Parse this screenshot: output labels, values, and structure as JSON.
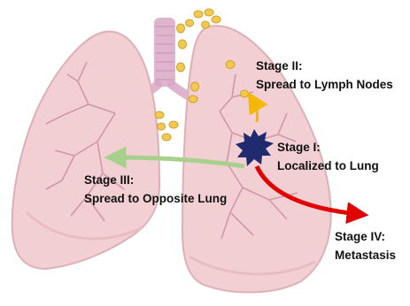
{
  "stages": {
    "stage1": {
      "title": "Stage I:",
      "desc": "Localized to Lung"
    },
    "stage2": {
      "title": "Stage II:",
      "desc": "Spread to Lymph Nodes"
    },
    "stage3": {
      "title": "Stage III:",
      "desc": "Spread to Opposite Lung"
    },
    "stage4": {
      "title": "Stage IV:",
      "desc": "Metastasis"
    }
  },
  "colors": {
    "lung_fill": "#f2cfd2",
    "lung_edge": "#dcb0b6",
    "bronchi": "#c98fa4",
    "trachea": "#d9a7c4",
    "lymph_node": "#f2c94c",
    "tumor": "#1f2b6e",
    "arrow_stage2": "#f5b800",
    "arrow_stage3": "#a8d08d",
    "arrow_stage4": "#e00000"
  }
}
